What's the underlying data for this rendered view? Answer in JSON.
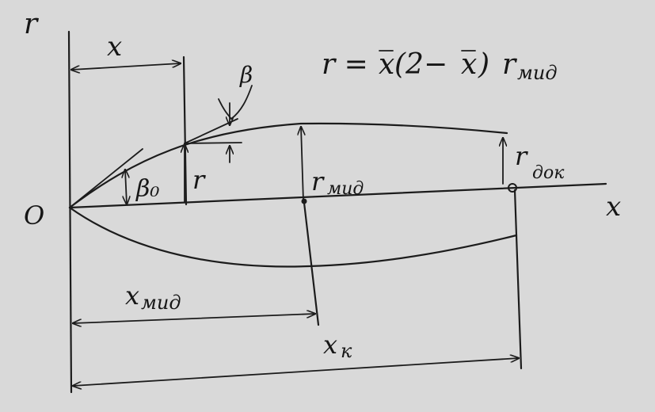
{
  "labels": {
    "r_axis": "r",
    "x_axis": "x",
    "origin": "O",
    "x_dim": "x",
    "beta": "β",
    "beta0": "β₀",
    "r_local": "r",
    "r_mid": "r",
    "r_mid_sub": "мид",
    "r_bot": "r",
    "r_bot_sub": "док",
    "x_mid": "x",
    "x_mid_sub": "мид",
    "x_k": "x",
    "x_k_sub": "к",
    "formula_lhs": "r = ",
    "formula_x1": "x",
    "formula_mid": "(2−",
    "formula_x2": "x",
    "formula_close": ")",
    "formula_r": "r",
    "formula_sub": "мид"
  }
}
